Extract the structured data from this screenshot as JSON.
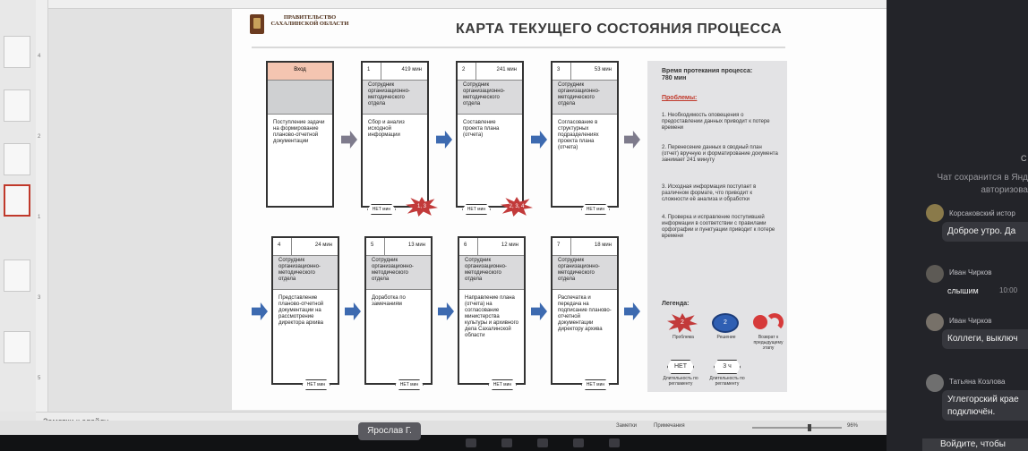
{
  "ppt": {
    "notes_placeholder": "Заметки к слайду",
    "status_notes": "Заметки",
    "status_comments": "Примечания",
    "zoom": "96%"
  },
  "slide": {
    "org_name": "ПРАВИТЕЛЬСТВО САХАЛИНСКОЙ ОБЛАСТИ",
    "title": "КАРТА ТЕКУЩЕГО СОСТОЯНИЯ ПРОЦЕССА",
    "input_box": {
      "label": "Вход",
      "text": "Поступление задачи на формирование планово-отчетной документации"
    },
    "steps": [
      {
        "num": "1",
        "time": "419 мин",
        "role": "Сотрудник организационно-методического отдела",
        "text": "Сбор и анализ исходной информации",
        "badge": "НЕТ мин",
        "problem": "1, 3"
      },
      {
        "num": "2",
        "time": "241 мин",
        "role": "Сотрудник организационно-методического отдела",
        "text": "Составление проекта плана (отчета)",
        "badge": "НЕТ мин",
        "problem": "2, 3, 4"
      },
      {
        "num": "3",
        "time": "53 мин",
        "role": "Сотрудник организационно-методического отдела",
        "text": "Согласование в структурных подразделениях проекта плана (отчета)",
        "badge": "НЕТ мин",
        "problem": ""
      },
      {
        "num": "4",
        "time": "24 мин",
        "role": "Сотрудник организационно-методического отдела",
        "text": "Представление планово-отчетной документации на рассмотрение директора архива",
        "badge": "НЕТ мин",
        "problem": ""
      },
      {
        "num": "5",
        "time": "13 мин",
        "role": "Сотрудник организационно-методического отдела",
        "text": "Доработка по замечаниям",
        "badge": "НЕТ мин",
        "problem": ""
      },
      {
        "num": "6",
        "time": "12 мин",
        "role": "Сотрудник организационно-методического отдела",
        "text": "Направление плана (отчета) на согласование министерства культуры и архивного дела Сахалинской области",
        "badge": "НЕТ мин",
        "problem": ""
      },
      {
        "num": "7",
        "time": "18 мин",
        "role": "Сотрудник организационно-методического отдела",
        "text": "Распечатка и передача на подписание планово-отчетной документации директору архива",
        "badge": "НЕТ мин",
        "problem": ""
      }
    ],
    "panel": {
      "time_label": "Время протекания процесса:",
      "time_value": "780 мин",
      "problems_title": "Проблемы:",
      "problems": [
        "1. Необходимость оповещения о предоставлении данных приводит к потере времени",
        "2. Перенесение данных в сводный план (отчет) вручную и форматирование документа занимает 241 минуту",
        "3. Исходная информация поступает в различном формате, что приводит к сложности её анализа и обработки",
        "4. Проверка и исправление поступившей информации в соответствии с правилами орфографии и пунктуации приводит к потере времени"
      ],
      "legend_title": "Легенда:",
      "legend": {
        "problem_num": "2",
        "problem_cap": "Проблема",
        "solution_num": "2",
        "solution_cap": "Решение",
        "return_cap": "Возврат к предыдущему этапу",
        "no_label": "НЕТ",
        "no_cap": "Длительность по регламенту",
        "time_label": "3 ч",
        "time_cap": "Длительность по регламенту"
      }
    }
  },
  "chat": {
    "header": "С",
    "system": "Чат сохранится в Янд авторизова",
    "messages": [
      {
        "author": "Корсаковский истор",
        "text": "Доброе утро. Да",
        "time": ""
      },
      {
        "author": "Иван Чирков",
        "text": "слышим",
        "time": "10:00"
      },
      {
        "author": "Иван Чирков",
        "text": "Коллеги, выключ",
        "time": ""
      },
      {
        "author": "Татьяна Козлова",
        "text": "Углегорский крае подключён.",
        "time": ""
      }
    ],
    "join_label": "Войдите, чтобы"
  },
  "call": {
    "participant_name": "Ярослав Г."
  }
}
